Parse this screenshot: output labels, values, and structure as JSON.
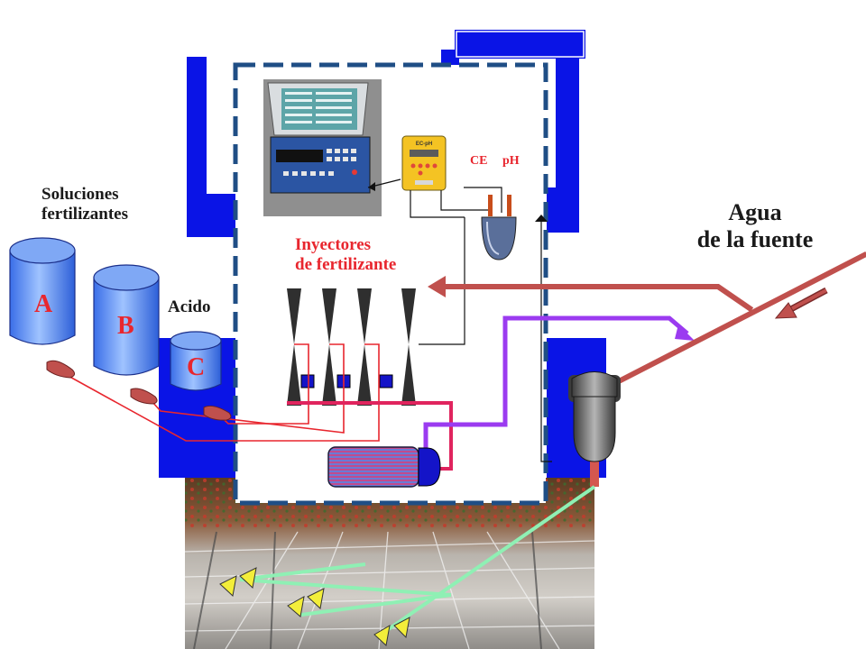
{
  "labels": {
    "soluciones_line1": "Soluciones",
    "soluciones_line2": "fertilizantes",
    "agua_line1": "Agua",
    "agua_line2": "de la fuente",
    "inyectores_line1": "Inyectores",
    "inyectores_line2": "de fertilizante",
    "acido": "Acido",
    "ce": "CE",
    "ph": "pH",
    "controller_brand": "EC-pH"
  },
  "tanks": [
    {
      "letter": "A"
    },
    {
      "letter": "B"
    },
    {
      "letter": "C"
    }
  ],
  "colors": {
    "blue_wall": "#0a14e6",
    "dashed_frame": "#1f4e85",
    "source_pipe": "#c0504d",
    "red_line": "#e8262e",
    "magenta_pipe": "#e0245e",
    "purple_pipe": "#9b3bf0",
    "green_pipe": "#8ff0b4",
    "dripper": "#f3ee3a"
  }
}
